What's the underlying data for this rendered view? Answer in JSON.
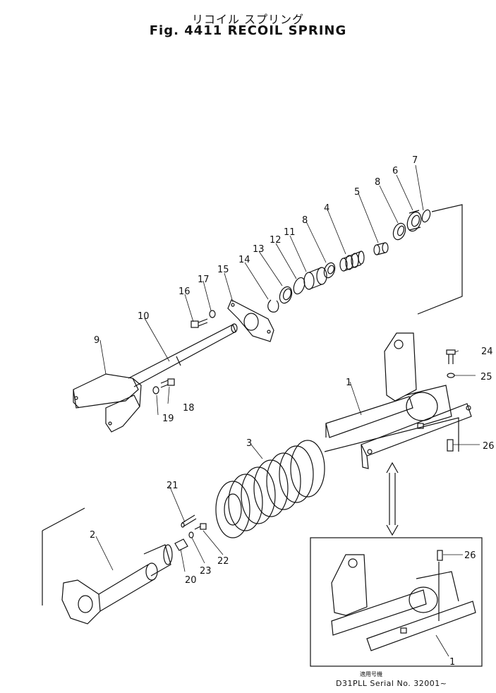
{
  "header": {
    "title_jp": "リコイル スプリング",
    "title_en": "Fig. 4411 RECOIL SPRING"
  },
  "labels": {
    "p1": "1",
    "p2": "2",
    "p3": "3",
    "p4": "4",
    "p5": "5",
    "p6": "6",
    "p7": "7",
    "p8": "8",
    "p9": "9",
    "p10": "10",
    "p11": "11",
    "p12": "12",
    "p13": "13",
    "p14": "14",
    "p15": "15",
    "p16": "16",
    "p17": "17",
    "p18": "18",
    "p19": "19",
    "p20": "20",
    "p21": "21",
    "p22": "22",
    "p23": "23",
    "p24": "24",
    "p25": "25",
    "p26": "26"
  },
  "footer": {
    "applicability_jp": "適用号機",
    "serial": "D31PLL  Serial No. 32001~"
  }
}
